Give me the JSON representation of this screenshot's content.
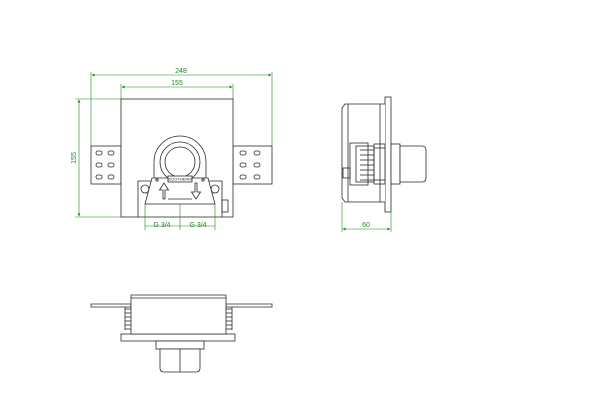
{
  "colors": {
    "outline": "#2a2a2a",
    "dimension": "#1a8c1a",
    "fill": "#f0f0f0",
    "background": "#ffffff"
  },
  "dimensions": {
    "total_width": "248",
    "box_width": "155",
    "height": "155",
    "depth": "60",
    "port_left": "G 3/4",
    "port_right": "G 3/4"
  },
  "body_label": "DUOTHERM",
  "views": [
    "front-view",
    "side-view",
    "top-view"
  ]
}
